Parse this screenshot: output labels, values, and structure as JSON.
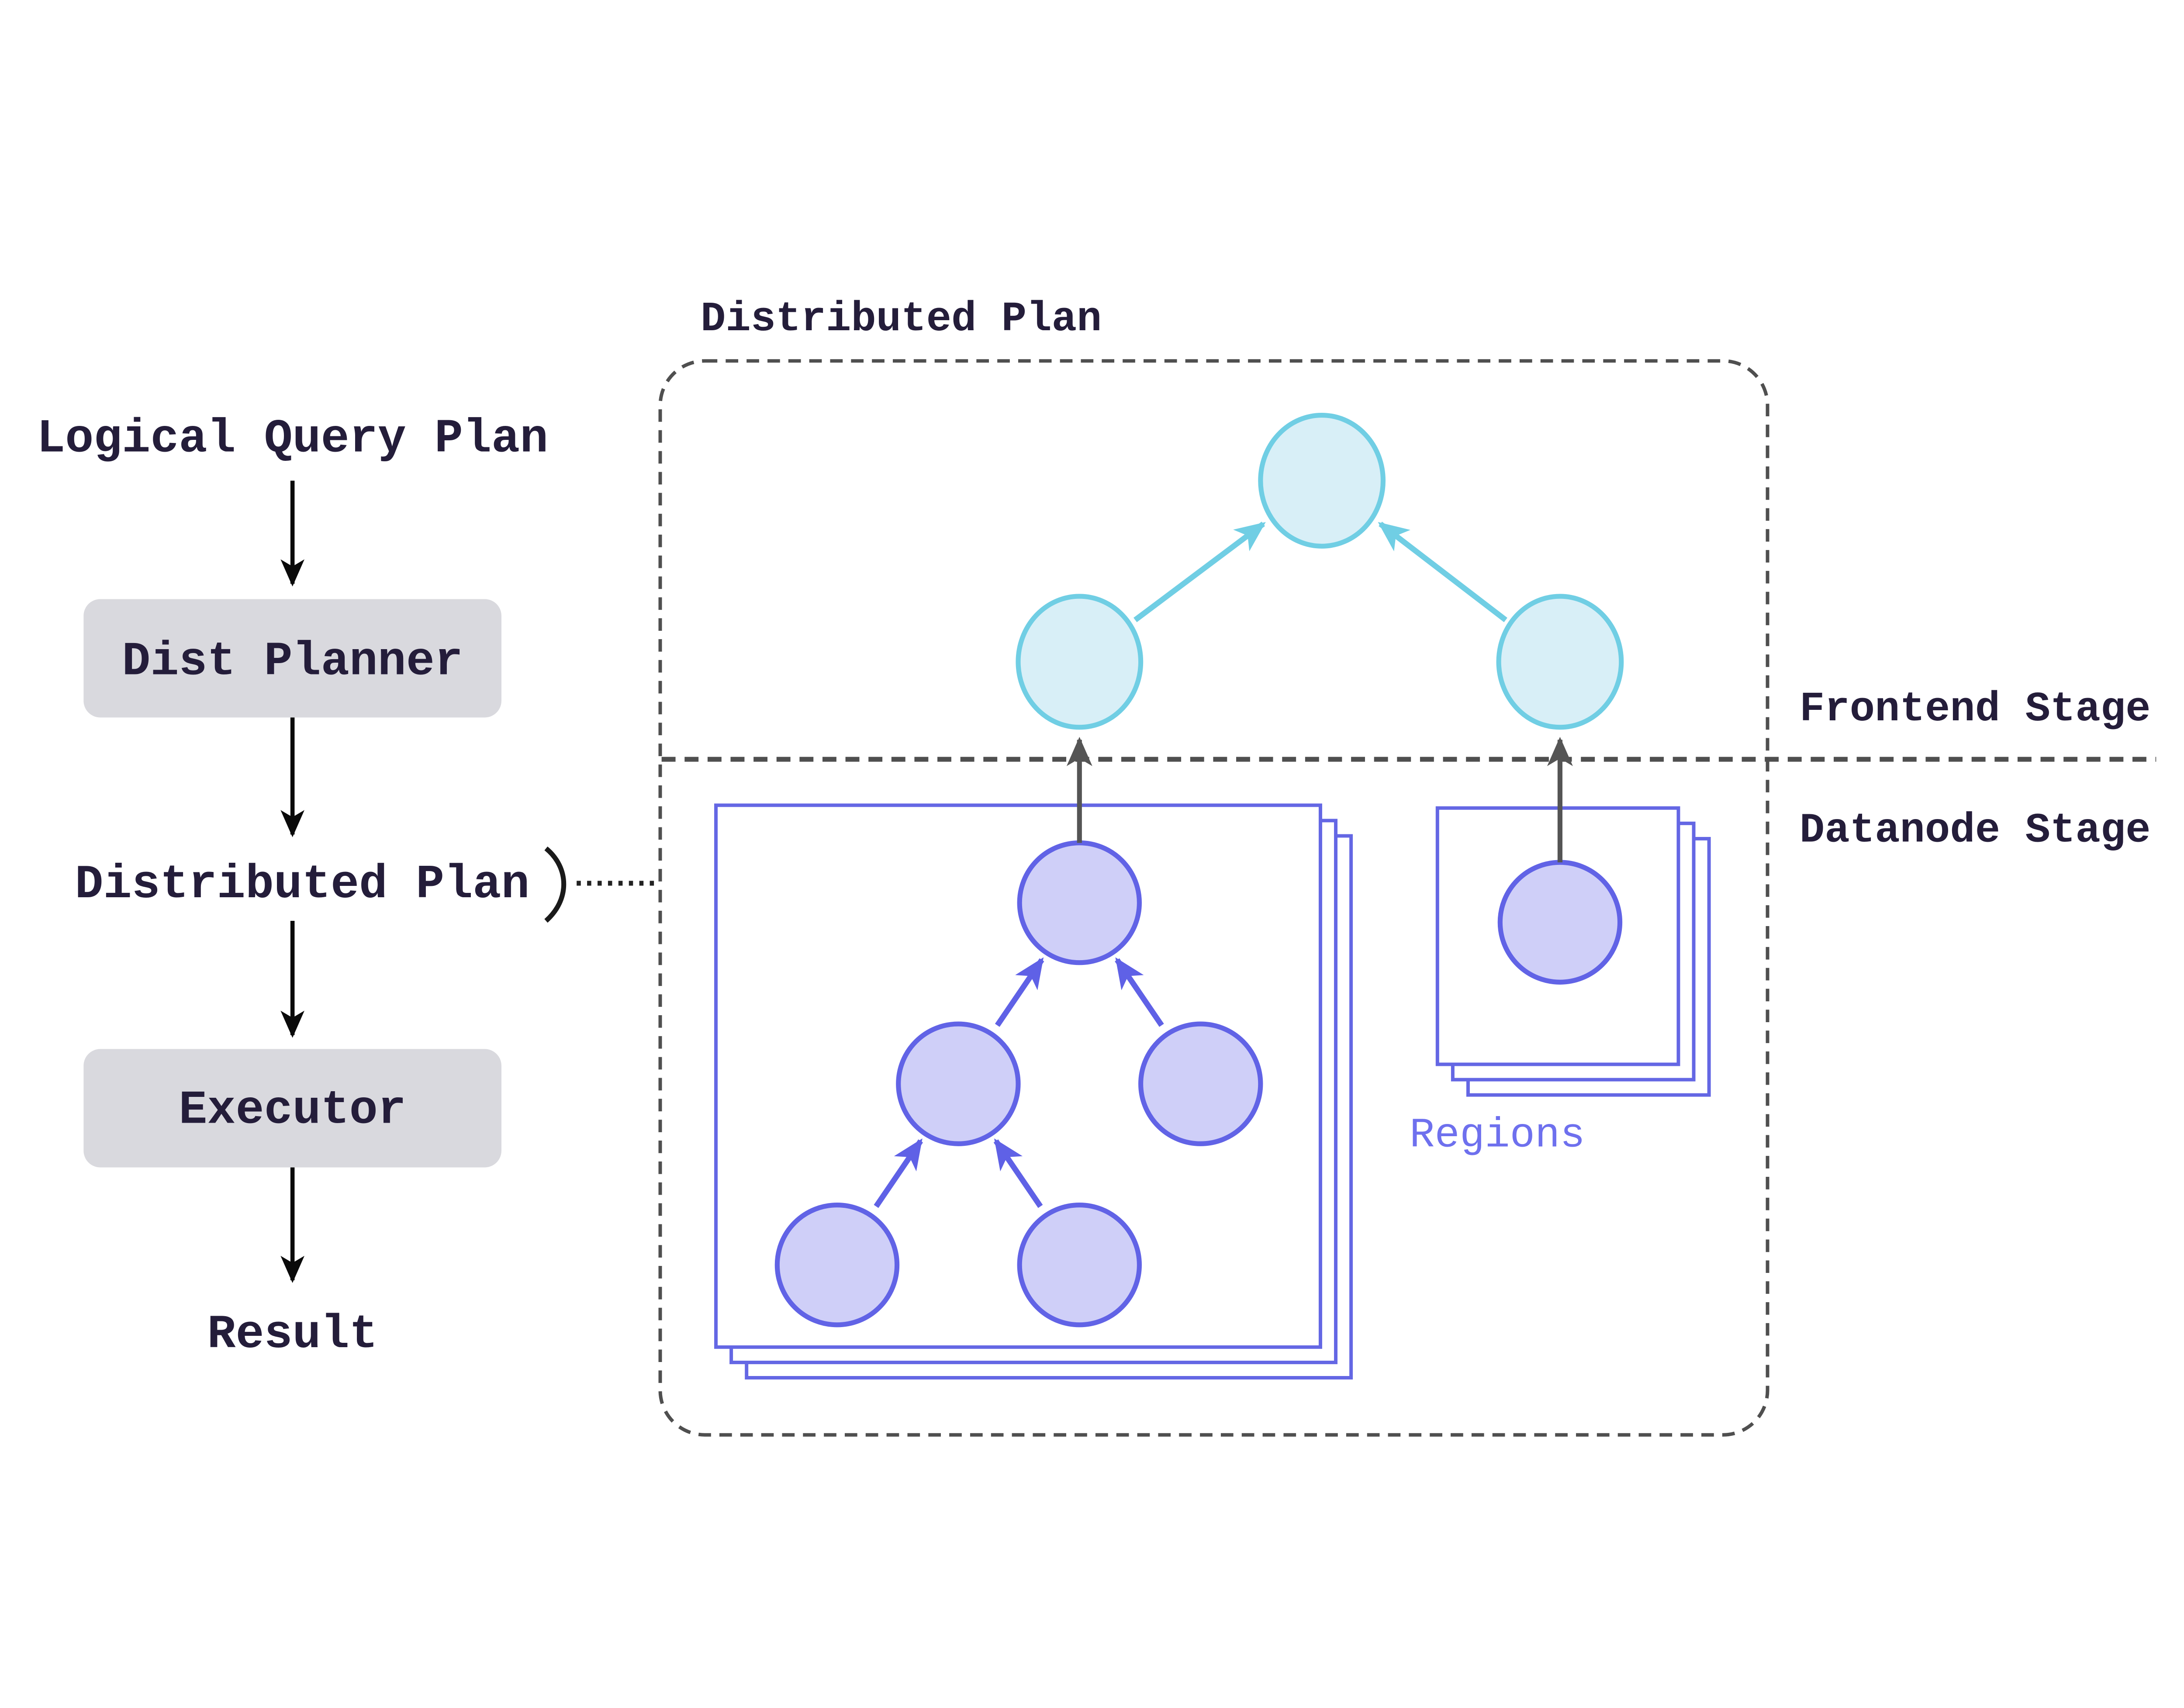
{
  "pipeline": {
    "logical_query_plan": "Logical Query Plan",
    "dist_planner": "Dist Planner",
    "distributed_plan": "Distributed Plan",
    "executor": "Executor",
    "result": "Result"
  },
  "panel": {
    "title": "Distributed Plan",
    "frontend_stage": "Frontend Stage",
    "datanode_stage": "Datanode Stage",
    "regions": "Regions"
  },
  "structure": {
    "frontend_tree_nodes": 3,
    "datanode_left_tree_nodes": 5,
    "datanode_right_tree_nodes": 1,
    "region_stack_sheets": 3
  },
  "icons": {
    "down_arrow": "flow-arrow",
    "merge_arrow": "merge-arrow",
    "stage_divider": "dashed-stage-divider"
  },
  "colors": {
    "text_dark": "#241d3a",
    "frontend_node_fill": "#d8eff7",
    "frontend_node_stroke": "#70cee4",
    "datanode_node_fill": "#cfcff8",
    "datanode_node_stroke": "#6163e6",
    "region_sheet_stroke": "#6467e4",
    "regions_label": "#6e70ee",
    "process_box_fill": "#d9d9de",
    "dashed_line_gray": "#4f4f4f",
    "arrow_black": "#0a0a0a",
    "arrow_gray": "#555555",
    "background": "#ffffff"
  }
}
